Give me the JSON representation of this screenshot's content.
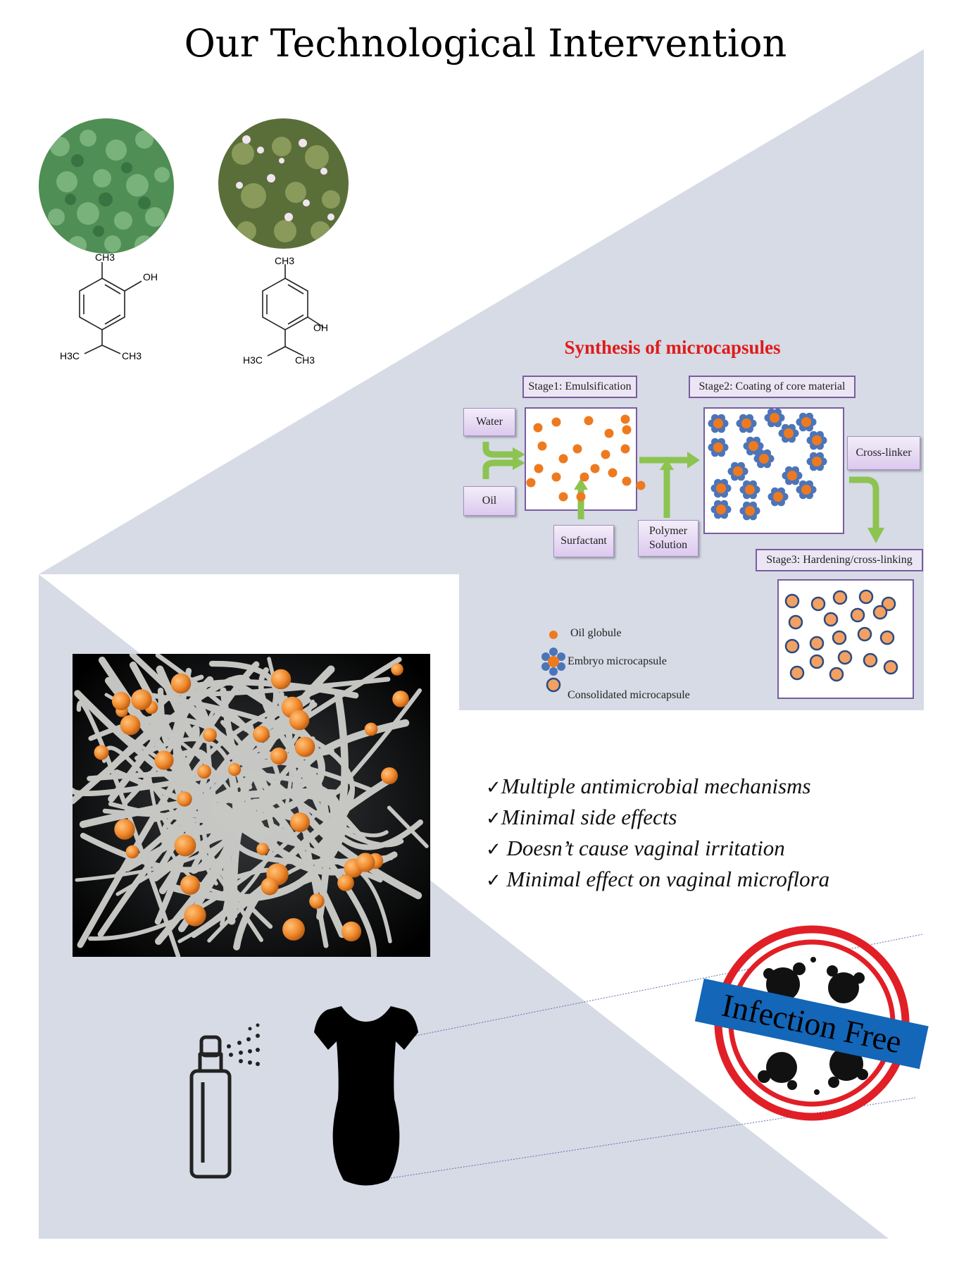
{
  "title": "Our Technological Intervention",
  "molecules": [
    {
      "labels": {
        "top": "CH3",
        "oh": "OH",
        "left": "H3C",
        "right": "CH3"
      }
    },
    {
      "labels": {
        "top": "CH3",
        "oh": "OH",
        "left": "H3C",
        "right": "CH3"
      }
    }
  ],
  "synthesis": {
    "title": "Synthesis of microcapsules",
    "stage1": "Stage1: Emulsification",
    "stage2": "Stage2: Coating of core material",
    "stage3": "Stage3: Hardening/cross-linking",
    "inputs": {
      "water": "Water",
      "oil": "Oil",
      "surfactant": "Surfactant",
      "polymer_line1": "Polymer",
      "polymer_line2": "Solution",
      "crosslinker": "Cross-linker"
    },
    "legend": {
      "oil": "Oil globule",
      "embryo": "Embryo microcapsule",
      "consolidated": "Consolidated microcapsule"
    }
  },
  "benefits": [
    "Multiple antimicrobial mechanisms",
    "Minimal side effects",
    " Doesn’t cause vaginal irritation",
    " Minimal effect on vaginal microflora"
  ],
  "stamp": {
    "text": "Infection Free"
  },
  "colors": {
    "panel": "#d6dbe5",
    "orange": "#ee7a1f",
    "blue": "#4c74b8",
    "green": "#8dc350",
    "stamp_red": "#e11f26",
    "stamp_blue": "#1466b8"
  }
}
